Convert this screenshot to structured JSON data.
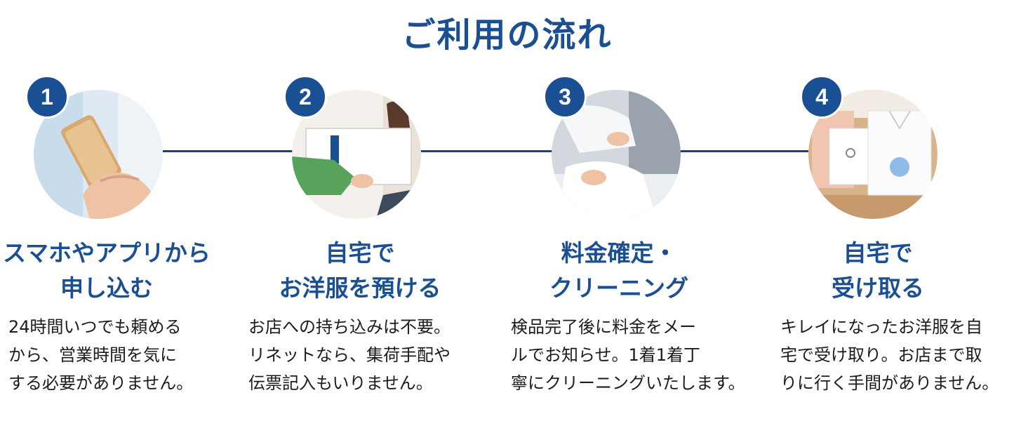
{
  "page": {
    "title": "ご利用の流れ"
  },
  "colors": {
    "accent": "#1a4f94",
    "connector": "#2a3f66",
    "text": "#1c1c1c"
  },
  "steps": [
    {
      "number": "1",
      "icon": "smartphone-photo",
      "title_lines": [
        "スマホやアプリから",
        "申し込む"
      ],
      "desc_lines": [
        "24時間いつでも頼める",
        "から、営業時間を気に",
        "する必要がありません。"
      ]
    },
    {
      "number": "2",
      "icon": "box-handover-photo",
      "title_lines": [
        "自宅で",
        "お洋服を預ける"
      ],
      "desc_lines": [
        "お店への持ち込みは不要。",
        "リネットなら、集荷手配や",
        "伝票記入もいりません。"
      ]
    },
    {
      "number": "3",
      "icon": "cleaning-inspection-photo",
      "title_lines": [
        "料金確定・",
        "クリーニング"
      ],
      "desc_lines": [
        "検品完了後に料金をメー",
        "ルでお知らせ。1着1着丁",
        "寧にクリーニングいたします。"
      ]
    },
    {
      "number": "4",
      "icon": "folded-shirts-photo",
      "title_lines": [
        "自宅で",
        "受け取る"
      ],
      "desc_lines": [
        "キレイになったお洋服を自",
        "宅で受け取り。お店まで取",
        "りに行く手間がありません。"
      ]
    }
  ]
}
